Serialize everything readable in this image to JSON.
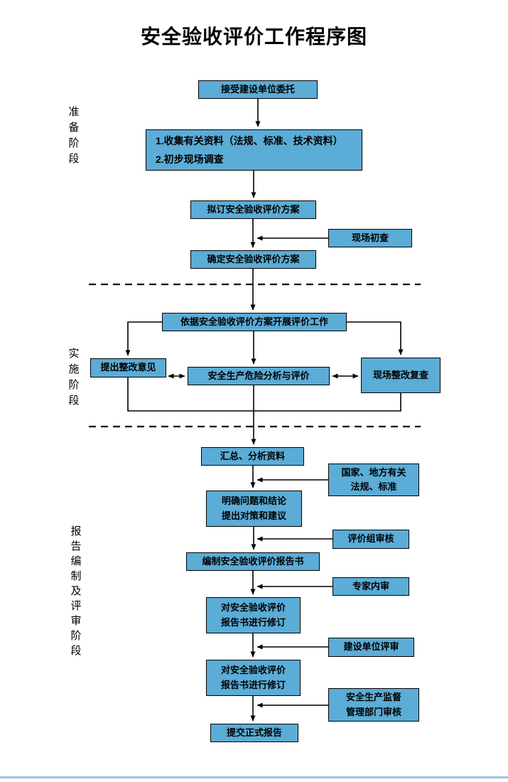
{
  "title": "安全验收评价工作程序图",
  "phases": {
    "prepare": "准备阶段",
    "implement": "实施阶段",
    "report": "报告编制及评审阶段"
  },
  "colors": {
    "box_fill": "#5BACD6",
    "box_border": "#000000",
    "connector": "#000000",
    "bottom_rule": "#9DC3E6"
  },
  "nodes": {
    "accept": "接受建设单位委托",
    "collect_line1": "1.收集有关资料（法规、标准、技术资料）",
    "collect_line2": "2.初步现场调查",
    "draft_plan": "拟订安全验收评价方案",
    "initial_review": "现场初查",
    "confirm_plan": "确定安全验收评价方案",
    "carry_out": "依据安全验收评价方案开展评价工作",
    "rectify_opinion": "提出整改意见",
    "hazard_analysis": "安全生产危险分析与评价",
    "site_recheck": "现场整改复查",
    "summarize": "汇总、分析资料",
    "regulations_line1": "国家、地方有关",
    "regulations_line2": "法规、标准",
    "clarify_line1": "明确问题和结论",
    "clarify_line2": "提出对策和建议",
    "team_review": "评价组审核",
    "compile_report": "编制安全验收评价报告书",
    "expert_review": "专家内审",
    "revise1_line1": "对安全验收评价",
    "revise1_line2": "报告书进行修订",
    "client_review": "建设单位评审",
    "revise2_line1": "对安全验收评价",
    "revise2_line2": "报告书进行修订",
    "authority_line1": "安全生产监督",
    "authority_line2": "管理部门审核",
    "submit": "提交正式报告"
  }
}
